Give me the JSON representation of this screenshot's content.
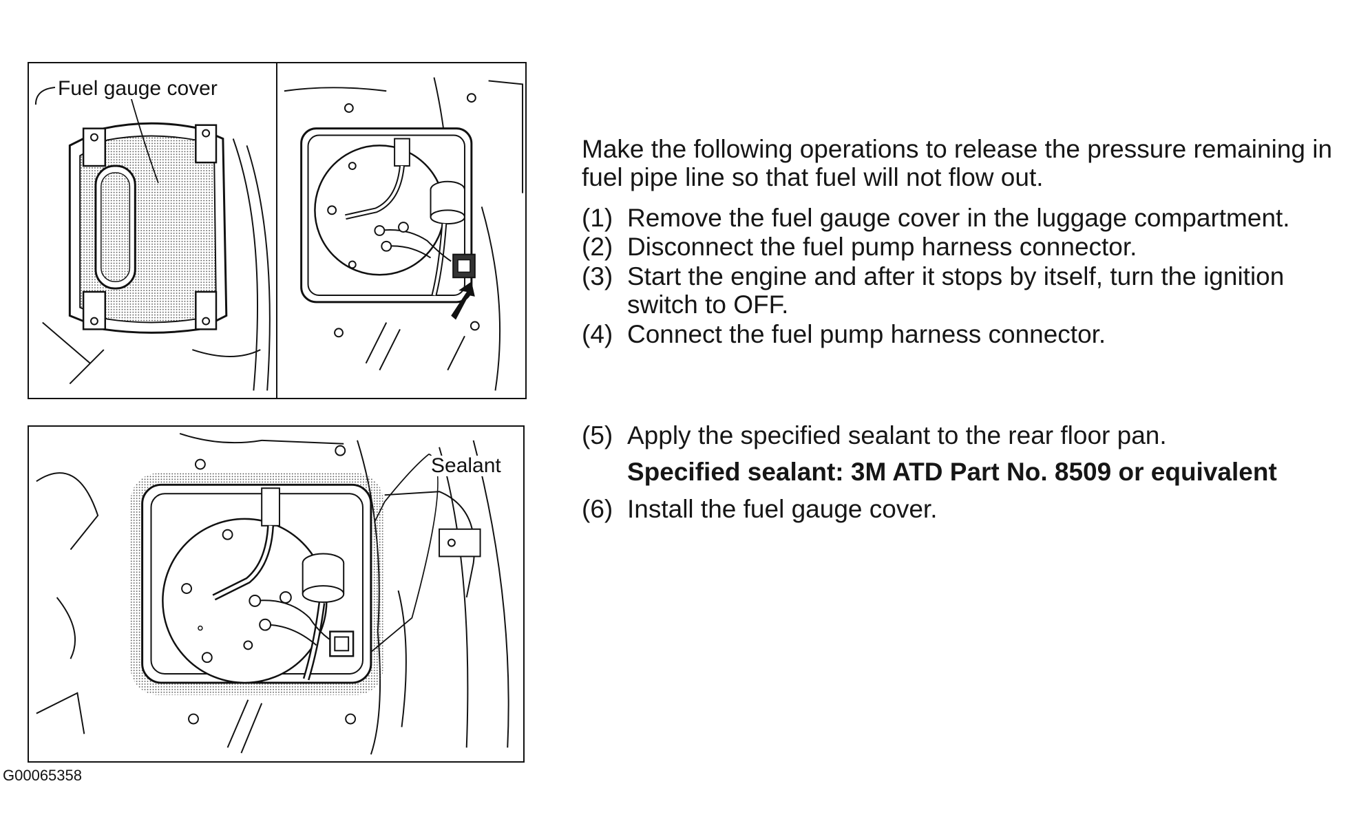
{
  "figures": {
    "top_left_label": "Fuel gauge cover",
    "bottom_label": "Sealant",
    "figure_id": "G00065358"
  },
  "instructions": {
    "intro": "Make the following operations to release the pressure remaining in fuel pipe line so that fuel will not flow out.",
    "steps_a": [
      {
        "num": "(1)",
        "text": "Remove the fuel gauge cover in the luggage compartment."
      },
      {
        "num": "(2)",
        "text": "Disconnect the fuel pump harness connector."
      },
      {
        "num": "(3)",
        "text": "Start the engine and after it stops by itself, turn the ignition switch to OFF."
      },
      {
        "num": "(4)",
        "text": "Connect the fuel pump harness connector."
      }
    ],
    "step5": {
      "num": "(5)",
      "text": "Apply the specified sealant to the rear floor pan."
    },
    "specified_sealant": "Specified sealant: 3M ATD Part No. 8509 or equivalent",
    "step6": {
      "num": "(6)",
      "text": "Install the fuel gauge cover."
    }
  }
}
